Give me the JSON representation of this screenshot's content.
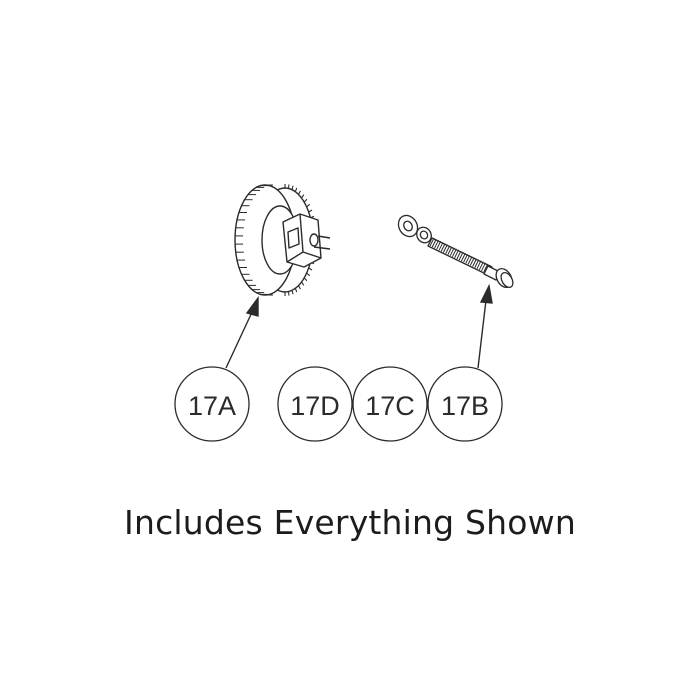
{
  "parts": [
    {
      "id": "gear",
      "label": "17A"
    },
    {
      "id": "spacer",
      "label": "17D"
    },
    {
      "id": "washer",
      "label": "17C"
    },
    {
      "id": "bolt",
      "label": "17B"
    }
  ],
  "caption": "Includes Everything Shown",
  "colors": {
    "line": "#2b2b2b",
    "background": "#ffffff",
    "fill": "#ffffff"
  }
}
